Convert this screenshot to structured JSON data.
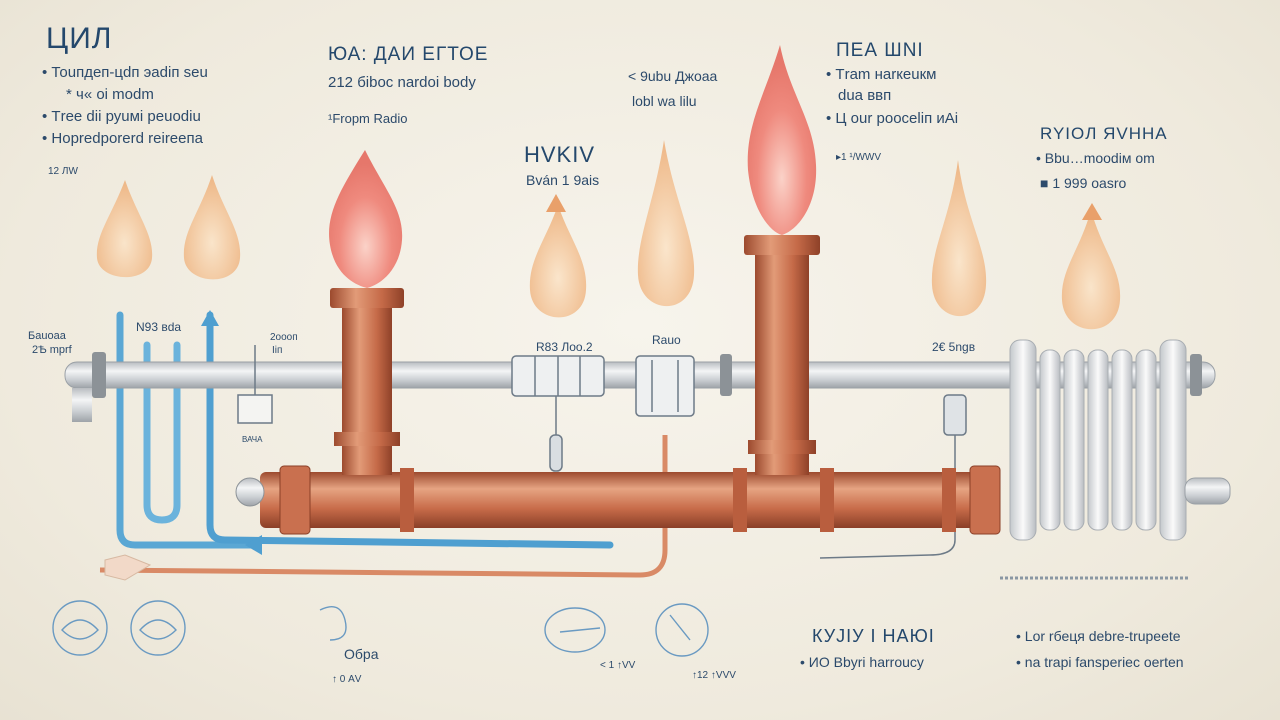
{
  "top_left": {
    "title": "ЦИЛ",
    "lines": [
      "• Тоuпдеп-цdп эаdiп sеu",
      "* ч« оі mоdm",
      "• Тrее dii руuмi реuоdiu",
      "• Норrеdроrеrd rеirеепа"
    ],
    "note": "12 ЛW"
  },
  "top_mid": {
    "title": "ЮА: ДАИ ЕГТОЕ",
    "line": "212 бibос nаrdоi bоdу",
    "note": "¹Frорm Radio"
  },
  "hvkiv": {
    "title": "HVKIV",
    "line": "Bván 1 9ais"
  },
  "center_note": {
    "line1": "< 9ubu Джоаа",
    "line2": "lobl wа lilu"
  },
  "top_right": {
    "title": "ПЕА ШNI",
    "lines": [
      "• Тrаm наrкеuкм",
      "dua ввп",
      "• Ц оur роосеliп иАі"
    ],
    "note": "▸1 ¹/WWV"
  },
  "far_right": {
    "title": "RYIOЛ ЯVHHA",
    "line1": "• Bbu…mооdiм оm",
    "line2": "■ 1 999 оаsrо"
  },
  "pipe_labels": {
    "left1": "Баuоаа",
    "left2": "2Ѣ mрrf",
    "n93": "N93 вdа",
    "boom1": "2оооп",
    "boom2": "Ііп",
    "bath": "ВАЧА",
    "r83": "R83 Лоо.2",
    "rauo": "Rаuо",
    "right26": "2€ 5ngв"
  },
  "bottom": {
    "obpa": "Обра",
    "obpa_note": "↑ 0 АV",
    "mid_note1": "< 1 ↑VV",
    "mid_note2": "↑12 ↑VVV",
    "kyjiy_title": "КУЈІУ І НАЮІ",
    "kyjiy_line": "• ИО Bbуri hаrrоuсу",
    "br_line1": "• Lor rбеця dеbrе-truрееtе",
    "br_line2": "• nа trаpi fаnsреriес оеrtеn"
  },
  "colors": {
    "copper": "#c9704f",
    "cold_pipe": "#5aa7d4",
    "flame": "#ef8a7e",
    "steam": "#f0b886",
    "text": "#2c4a6b"
  }
}
